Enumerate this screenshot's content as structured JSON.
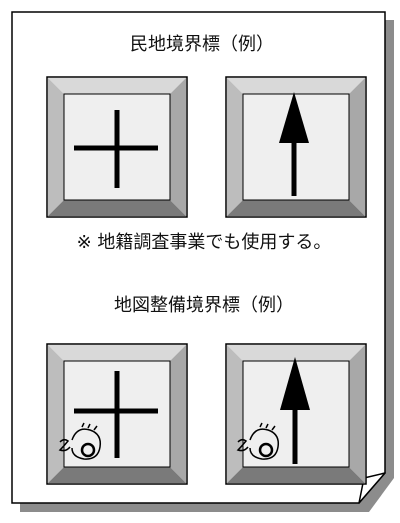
{
  "section1": {
    "title": "民地境界標（例）",
    "note": "※ 地籍調査事業でも使用する。",
    "markers": [
      {
        "symbol": "cross-icon"
      },
      {
        "symbol": "up-arrow-icon"
      }
    ]
  },
  "section2": {
    "title": "地図整備境界標（例）",
    "markers": [
      {
        "symbol": "cross-with-logo-icon"
      },
      {
        "symbol": "up-arrow-with-logo-icon"
      }
    ]
  },
  "colors": {
    "stroke": "#000000",
    "bevel_light": "#d9d9d9",
    "bevel_mid": "#bdbdbd",
    "bevel_dark": "#7a7a7a",
    "face": "#efefef",
    "shadow": "#8c8c8c"
  }
}
